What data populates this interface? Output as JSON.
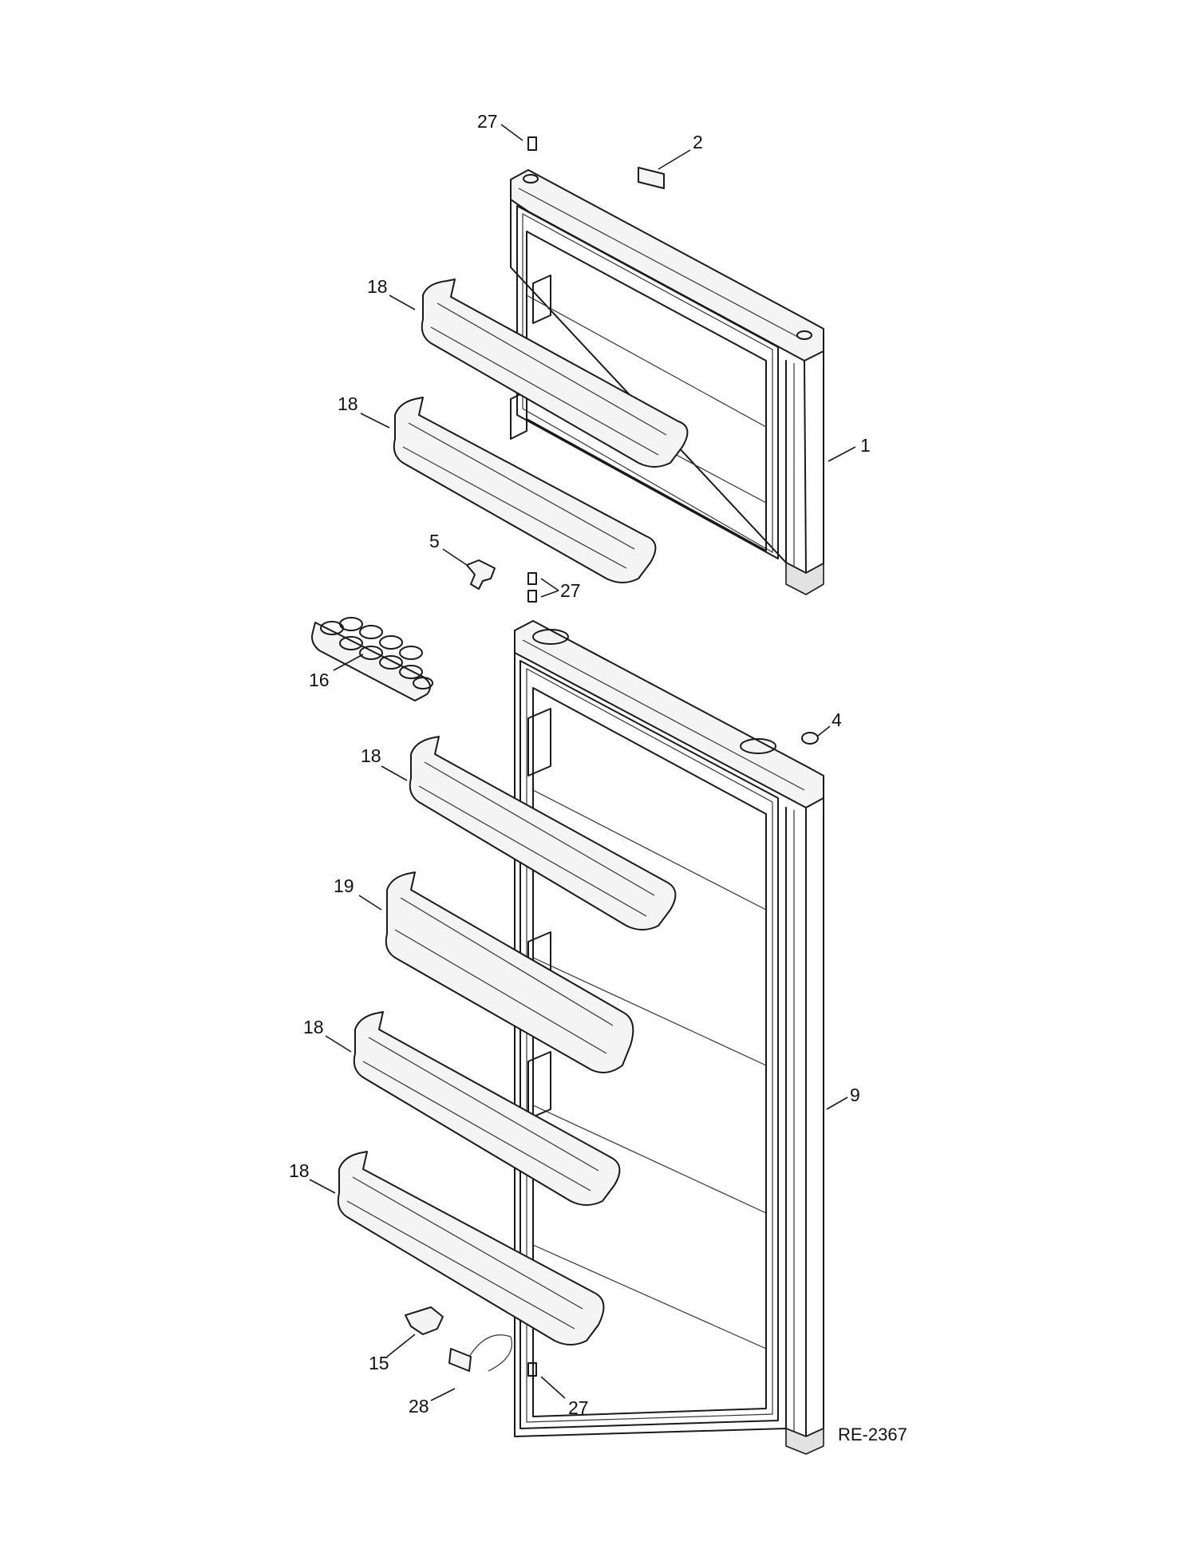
{
  "diagram": {
    "drawing_code": "RE-2367",
    "callouts": [
      {
        "id": "c27a",
        "label": "27"
      },
      {
        "id": "c2",
        "label": "2"
      },
      {
        "id": "c18a",
        "label": "18"
      },
      {
        "id": "c18b",
        "label": "18"
      },
      {
        "id": "c1",
        "label": "1"
      },
      {
        "id": "c5",
        "label": "5"
      },
      {
        "id": "c27b",
        "label": "27"
      },
      {
        "id": "c16",
        "label": "16"
      },
      {
        "id": "c4",
        "label": "4"
      },
      {
        "id": "c18c",
        "label": "18"
      },
      {
        "id": "c19",
        "label": "19"
      },
      {
        "id": "c18d",
        "label": "18"
      },
      {
        "id": "c9",
        "label": "9"
      },
      {
        "id": "c18e",
        "label": "18"
      },
      {
        "id": "c15",
        "label": "15"
      },
      {
        "id": "c28",
        "label": "28"
      },
      {
        "id": "c27c",
        "label": "27"
      }
    ]
  }
}
